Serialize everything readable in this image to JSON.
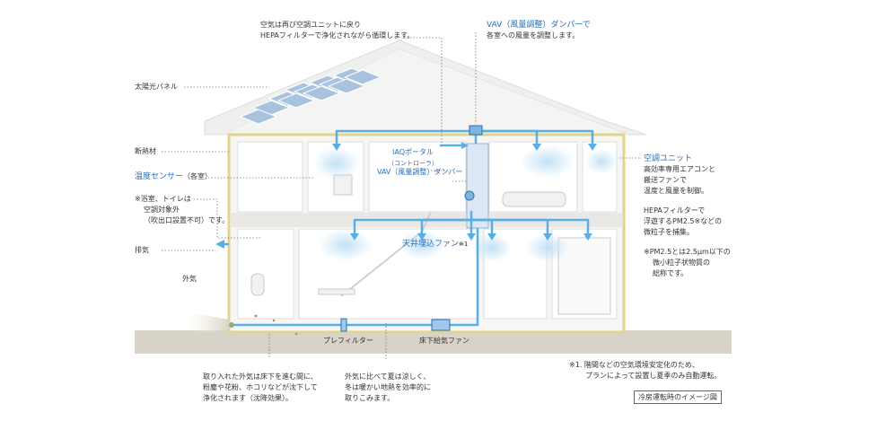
{
  "labels": {
    "top_note_1": "空気は再び空調ユニットに戻り",
    "top_note_2": "HEPAフィルターで浄化されながら循環します。",
    "vav_top_1": "VAV（風量調整）ダンパーで",
    "vav_top_2": "各室への風量を調整します。",
    "solar": "太陽光パネル",
    "insulation": "断熱材",
    "temp_sensor": "温度センサー",
    "temp_sensor_suffix": "（各室）",
    "bath_1": "※浴室、トイレは",
    "bath_2": "空調対象外",
    "bath_3": "（吹出口設置不可）です。",
    "exhaust": "排気",
    "outside_air": "外気",
    "iaq_1": "IAQポータル",
    "iaq_2": "（コントローラ）",
    "vav_mid": "VAV（風量調整）ダンパー",
    "ceiling_fan": "天井埋込ファン",
    "ceiling_fan_note": "※1",
    "ac_unit": "空調ユニット",
    "ac_desc_1": "高効率専用エアコンと",
    "ac_desc_2": "搬送ファンで",
    "ac_desc_3": "温度と風量を制御。",
    "hepa_1": "HEPAフィルターで",
    "hepa_2": "浮遊するPM2.5※などの",
    "hepa_3": "微粒子を捕集。",
    "pm_1": "※PM2.5とは2.5μm以下の",
    "pm_2": "微小粒子状物質の",
    "pm_3": "総称です。",
    "prefilter": "プレフィルター",
    "floor_fan": "床下給気ファン",
    "bottom_left_1": "取り入れた外気は床下を進む間に、",
    "bottom_left_2": "粉塵や花粉、ホコリなどが沈下して",
    "bottom_left_3": "浄化されます（沈降効果）。",
    "bottom_mid_1": "外気に比べて夏は涼しく、",
    "bottom_mid_2": "冬は暖かい地熱を効率的に",
    "bottom_mid_3": "取りこみます。",
    "footnote_1": "※1. 階間などの空気環境安定化のため、",
    "footnote_2": "プランによって設置し夏季のみ自動運転。",
    "caption": "冷房運転時のイメージ図"
  },
  "colors": {
    "airflow": "#5aaee6",
    "accent_text": "#2a6fb8",
    "frame": "#e3d38c",
    "ground": "#d8d3c9",
    "roof": "#f2f2f0",
    "solar_panel": "#a9c2de"
  }
}
